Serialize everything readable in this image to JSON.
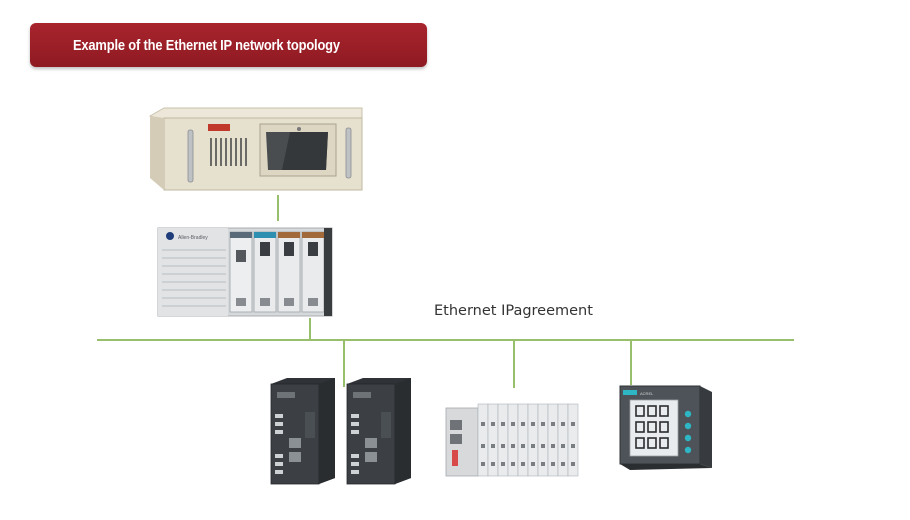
{
  "header": {
    "title": "Example of the Ethernet IP network topology"
  },
  "network": {
    "label": "Ethernet IPagreement"
  },
  "devices": {
    "plc": {
      "brand_text": "Allen-Bradley"
    },
    "meter": {
      "brand_text": "ACREL"
    }
  },
  "colors": {
    "banner": "#9e1f28",
    "link_line": "#98bf6b",
    "chassis": "#e6e0cf",
    "plc_body": "#d6d9dc",
    "drive_body": "#3c4044",
    "meter_body": "#4d5358",
    "meter_led": "#2fb6c4"
  }
}
